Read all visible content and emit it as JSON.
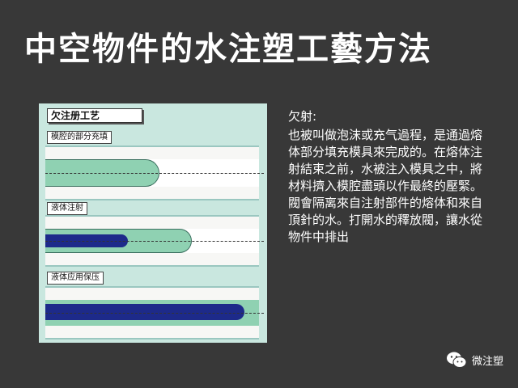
{
  "slide": {
    "title": "中空物件的水注塑工藝方法"
  },
  "figure": {
    "main_label": "欠注册工艺",
    "panels": [
      {
        "label": "模腔的部分充填"
      },
      {
        "label": "液体注射"
      },
      {
        "label": "液体应用保压"
      }
    ]
  },
  "text": {
    "heading": "欠射:",
    "body": "也被叫做泡沫或充气過程，是通過熔体部分填充模具來完成的。在熔体注射結束之前，水被注入模具之中，將材料擠入模腔盡頭以作最終的壓緊。閥會隔离來自注射部件的熔体和來自頂針的水。打開水的釋放閥，讓水從物件中排出"
  },
  "brand": {
    "name": "微注塑",
    "icon": "wechat-icon"
  },
  "colors": {
    "background": "#383838",
    "figure_bg": "#c9e7df",
    "melt": "#8fd1b2",
    "water": "#1d2a8a"
  }
}
